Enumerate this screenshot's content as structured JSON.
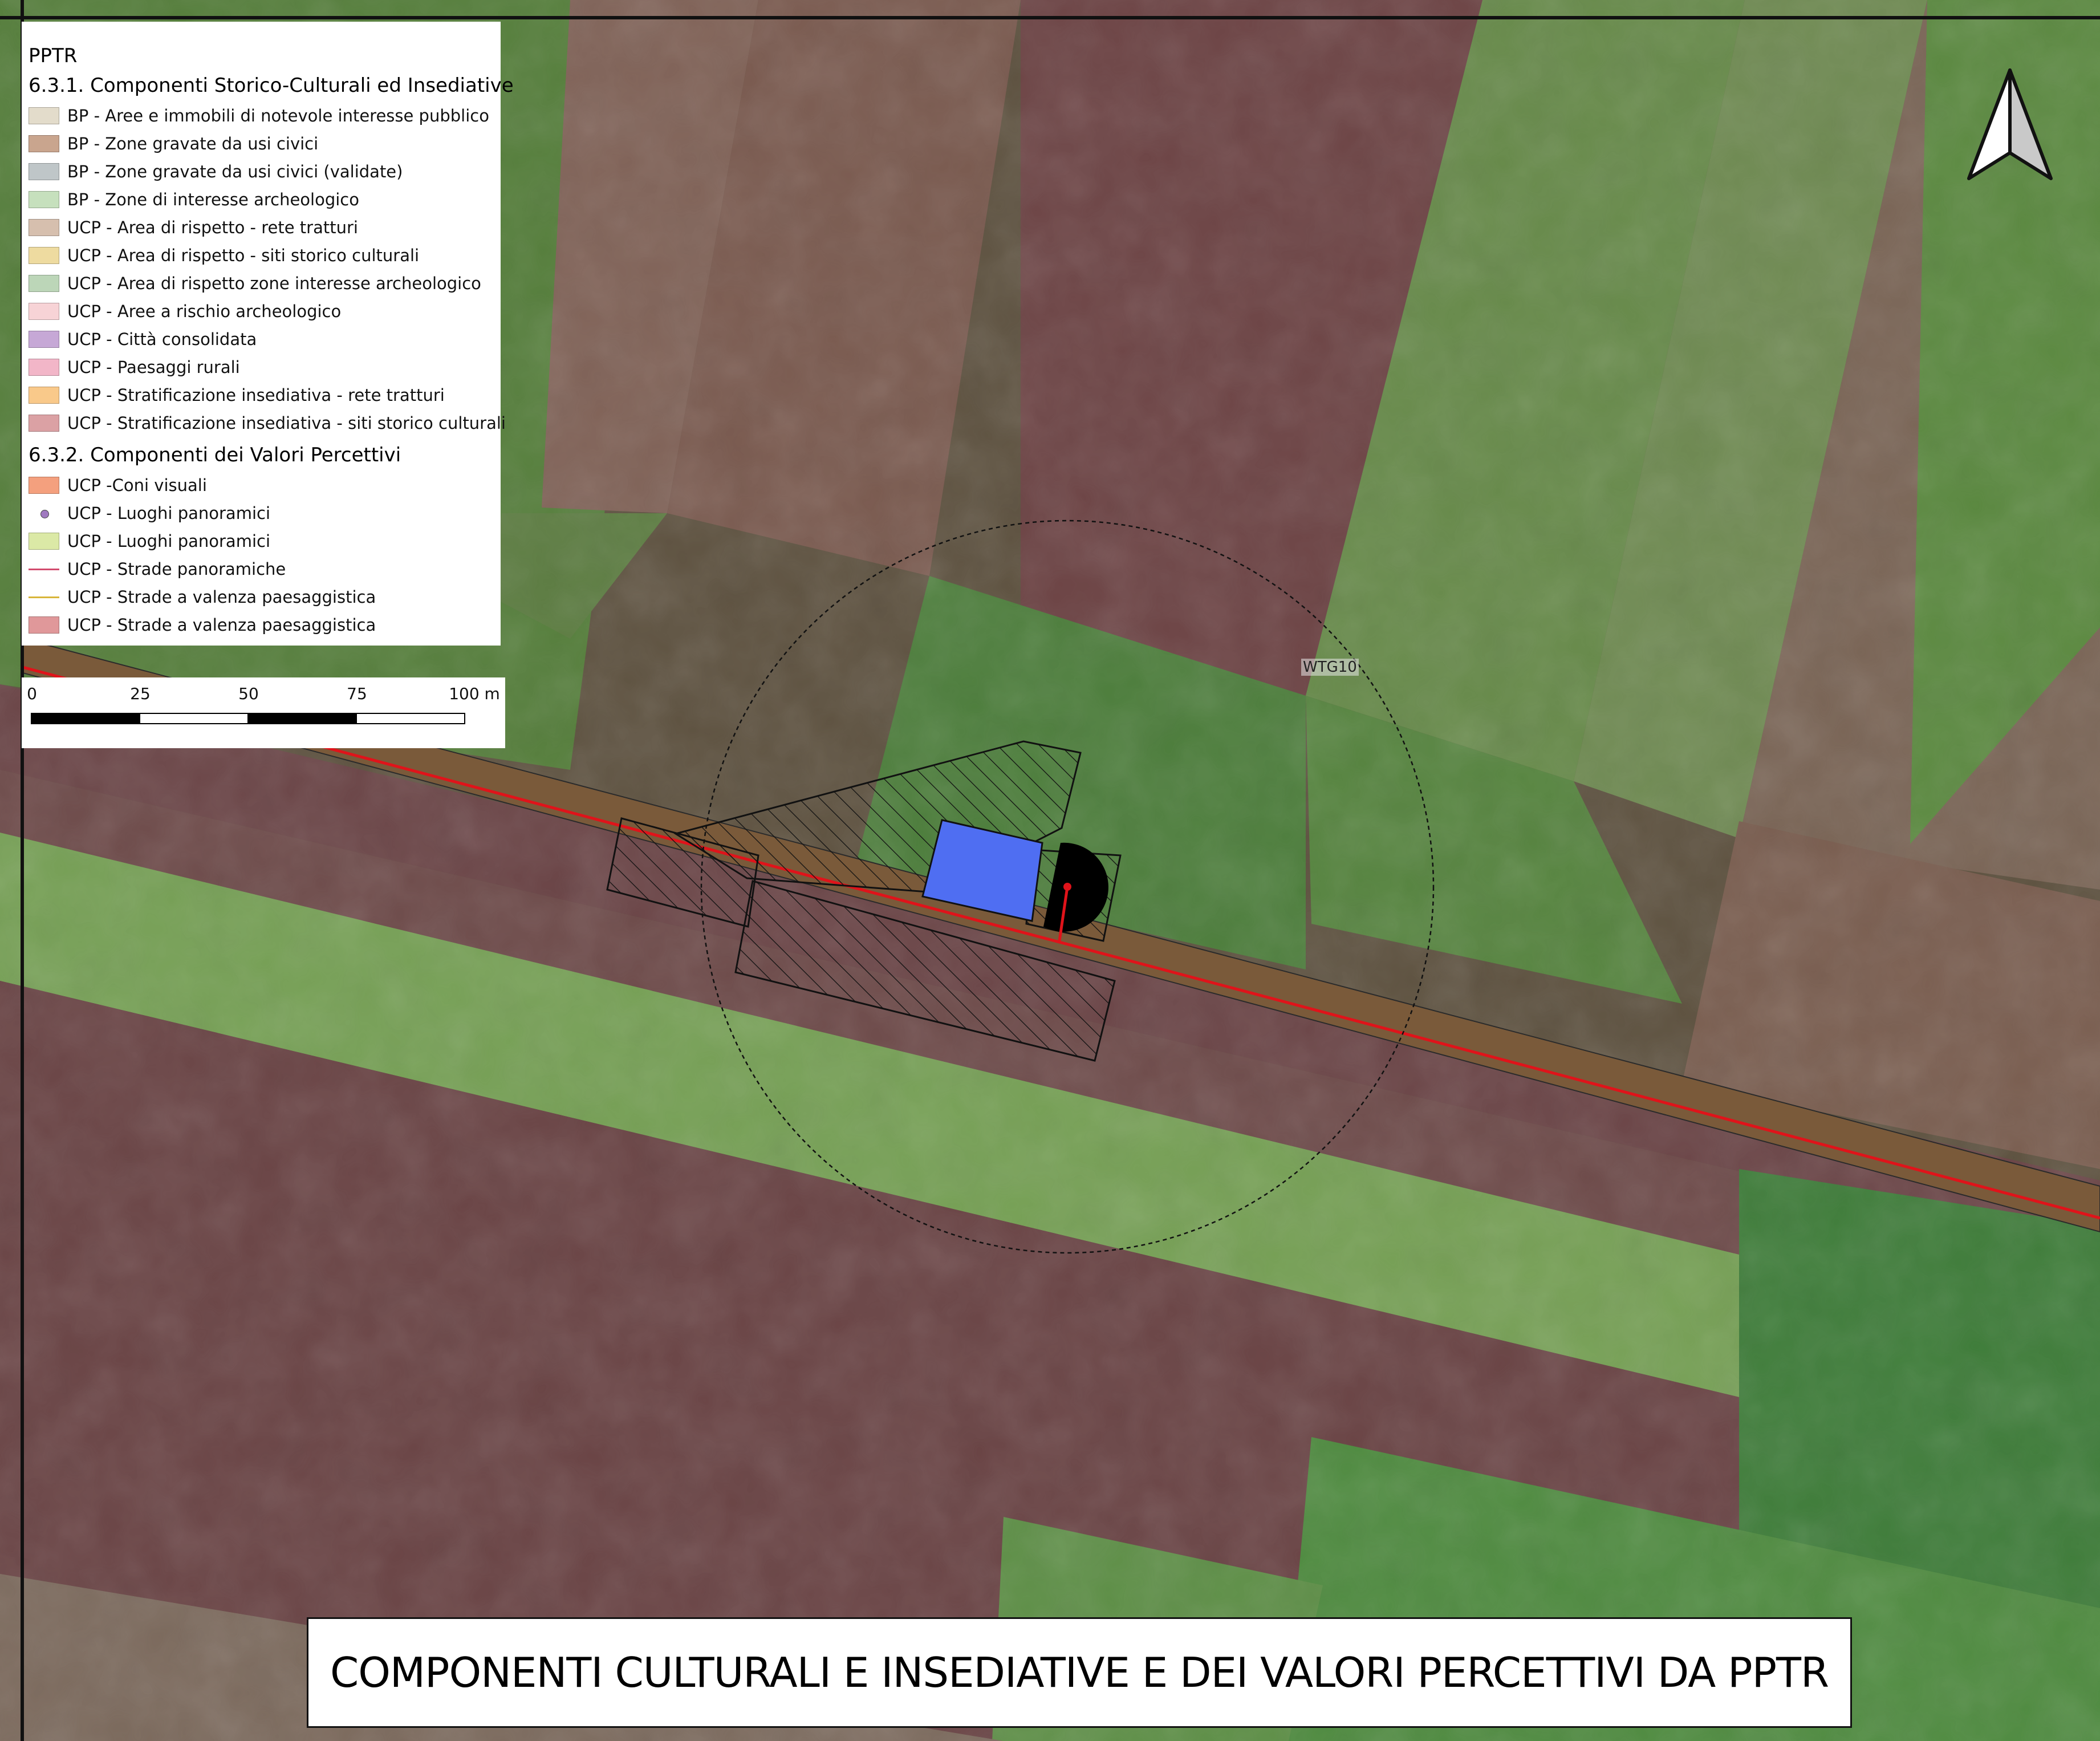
{
  "legend": {
    "title": "PPTR",
    "groups": [
      {
        "title": "6.3.1. Componenti Storico-Culturali ed Insediative",
        "items": [
          {
            "label": "BP - Aree e immobili di notevole interesse pubblico",
            "color": "#e3dccb",
            "kind": "fill"
          },
          {
            "label": "BP - Zone gravate da usi civici",
            "color": "#c9a58e",
            "kind": "fill"
          },
          {
            "label": "BP - Zone gravate da usi civici (validate)",
            "color": "#bfc6c8",
            "kind": "fill"
          },
          {
            "label": "BP - Zone di interesse archeologico",
            "color": "#c6e0bd",
            "kind": "fill"
          },
          {
            "label": "UCP - Area di rispetto - rete tratturi",
            "color": "#d6bfae",
            "kind": "fill"
          },
          {
            "label": "UCP - Area di rispetto - siti storico culturali",
            "color": "#eedba0",
            "kind": "fill"
          },
          {
            "label": "UCP - Area di rispetto zone interesse archeologico",
            "color": "#bcd6b8",
            "kind": "fill"
          },
          {
            "label": "UCP - Aree a rischio archeologico",
            "color": "#f7d3d6",
            "kind": "fill"
          },
          {
            "label": "UCP - Città consolidata",
            "color": "#c6a8d6",
            "kind": "fill"
          },
          {
            "label": "UCP - Paesaggi rurali",
            "color": "#f2b6c8",
            "kind": "fill"
          },
          {
            "label": "UCP - Stratificazione insediativa - rete tratturi",
            "color": "#f9c98a",
            "kind": "fill"
          },
          {
            "label": "UCP - Stratificazione insediativa - siti storico culturali",
            "color": "#dba1a4",
            "kind": "fill"
          }
        ]
      },
      {
        "title": "6.3.2. Componenti dei Valori Percettivi",
        "items": [
          {
            "label": "UCP -Coni visuali",
            "color": "#f4a07e",
            "kind": "fill"
          },
          {
            "label": "UCP - Luoghi panoramici",
            "color": "#a07ac0",
            "kind": "point"
          },
          {
            "label": "UCP - Luoghi panoramici",
            "color": "#dbe9a6",
            "kind": "fill"
          },
          {
            "label": "UCP - Strade panoramiche",
            "color": "#d24b6e",
            "kind": "line"
          },
          {
            "label": "UCP - Strade a valenza paesaggistica",
            "color": "#d8b53a",
            "kind": "line"
          },
          {
            "label": "UCP - Strade a valenza paesaggistica",
            "color": "#e0989a",
            "kind": "fill"
          }
        ]
      }
    ]
  },
  "scalebar": {
    "labels": [
      "0",
      "25",
      "50",
      "75",
      "100 m"
    ]
  },
  "map": {
    "turbine_label": "WTG10",
    "north_icon": "north-arrow-icon"
  },
  "title": "COMPONENTI CULTURALI E INSEDIATIVE E DEI VALORI PERCETTIVI DA PPTR",
  "colors": {
    "field_green": "#4f8a3e",
    "field_brown": "#6e4a43",
    "road": "#7a5a3a",
    "cable": "#e0131a",
    "platform": "#4f6ef2"
  }
}
